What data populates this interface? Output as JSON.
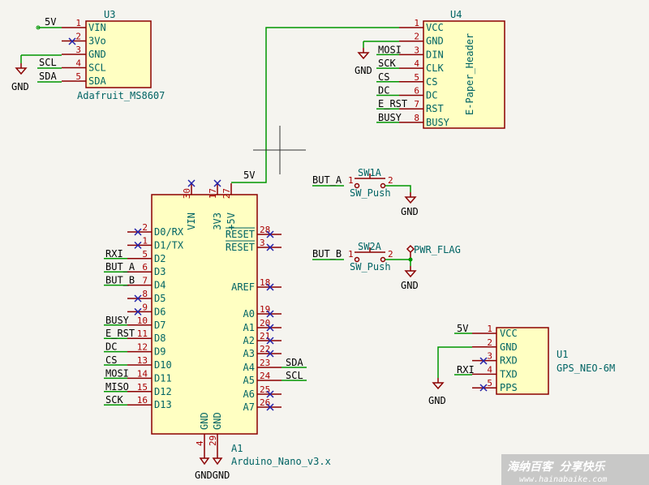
{
  "colors": {
    "wire": "#009600",
    "pin": "#8b0000",
    "body_fill": "#ffffc2",
    "body_stroke": "#8b0000",
    "text": "#006464",
    "nc": "#2222aa",
    "power": "#8b0000"
  },
  "u3": {
    "ref": "U3",
    "value": "Adafruit_MS8607",
    "pins": [
      {
        "num": "1",
        "name": "VIN"
      },
      {
        "num": "2",
        "name": "3Vo"
      },
      {
        "num": "3",
        "name": "GND"
      },
      {
        "num": "4",
        "name": "SCL"
      },
      {
        "num": "5",
        "name": "SDA"
      }
    ],
    "nets": {
      "vin": "5V",
      "scl": "SCL",
      "sda": "SDA",
      "gnd": "GND"
    }
  },
  "u4": {
    "ref": "U4",
    "value": "E-Paper_Header",
    "pins": [
      {
        "num": "1",
        "name": "VCC"
      },
      {
        "num": "2",
        "name": "GND"
      },
      {
        "num": "3",
        "name": "DIN"
      },
      {
        "num": "4",
        "name": "CLK"
      },
      {
        "num": "5",
        "name": "CS"
      },
      {
        "num": "6",
        "name": "DC"
      },
      {
        "num": "7",
        "name": "RST"
      },
      {
        "num": "8",
        "name": "BUSY"
      }
    ],
    "nets": [
      "MOSI",
      "SCK",
      "CS",
      "DC",
      "E_RST",
      "BUSY"
    ],
    "gnd": "GND"
  },
  "a1": {
    "ref": "A1",
    "value": "Arduino_Nano_v3.x",
    "top_pins": [
      {
        "num": "30",
        "name": "VIN"
      },
      {
        "num": "17",
        "name": "3V3"
      },
      {
        "num": "27",
        "name": "+5V"
      }
    ],
    "left_pins": [
      {
        "num": "2",
        "name": "D0/RX",
        "net": ""
      },
      {
        "num": "1",
        "name": "D1/TX",
        "net": ""
      },
      {
        "num": "5",
        "name": "D2",
        "net": "RXI"
      },
      {
        "num": "6",
        "name": "D3",
        "net": "BUT_A"
      },
      {
        "num": "7",
        "name": "D4",
        "net": "BUT_B"
      },
      {
        "num": "8",
        "name": "D5",
        "net": ""
      },
      {
        "num": "9",
        "name": "D6",
        "net": ""
      },
      {
        "num": "10",
        "name": "D7",
        "net": "BUSY"
      },
      {
        "num": "11",
        "name": "D8",
        "net": "E_RST"
      },
      {
        "num": "12",
        "name": "D9",
        "net": "DC"
      },
      {
        "num": "13",
        "name": "D10",
        "net": "CS"
      },
      {
        "num": "14",
        "name": "D11",
        "net": "MOSI"
      },
      {
        "num": "15",
        "name": "D12",
        "net": "MISO"
      },
      {
        "num": "16",
        "name": "D13",
        "net": "SCK"
      }
    ],
    "right_pins": [
      {
        "num": "28",
        "name": "RESET",
        "net": ""
      },
      {
        "num": "3",
        "name": "RESET",
        "net": ""
      },
      {
        "num": "18",
        "name": "AREF",
        "net": ""
      },
      {
        "num": "19",
        "name": "A0",
        "net": ""
      },
      {
        "num": "20",
        "name": "A1",
        "net": ""
      },
      {
        "num": "21",
        "name": "A2",
        "net": ""
      },
      {
        "num": "22",
        "name": "A3",
        "net": ""
      },
      {
        "num": "23",
        "name": "A4",
        "net": "SDA"
      },
      {
        "num": "24",
        "name": "A5",
        "net": "SCL"
      },
      {
        "num": "25",
        "name": "A6",
        "net": ""
      },
      {
        "num": "26",
        "name": "A7",
        "net": ""
      }
    ],
    "bottom_pins": [
      {
        "num": "4",
        "name": "GND"
      },
      {
        "num": "29",
        "name": "GND"
      }
    ],
    "supply_net": "5V",
    "gnd_label": "GNDGND"
  },
  "sw1": {
    "ref": "SW1A",
    "value": "SW_Push",
    "net": "BUT_A",
    "pin1": "1",
    "pin2": "2",
    "gnd": "GND"
  },
  "sw2": {
    "ref": "SW2A",
    "value": "SW_Push",
    "net": "BUT_B",
    "pin1": "1",
    "pin2": "2",
    "gnd": "GND",
    "flag": "PWR_FLAG"
  },
  "u1": {
    "ref": "U1",
    "value": "GPS_NEO-6M",
    "pins": [
      {
        "num": "1",
        "name": "VCC"
      },
      {
        "num": "2",
        "name": "GND"
      },
      {
        "num": "3",
        "name": "RXD"
      },
      {
        "num": "4",
        "name": "TXD"
      },
      {
        "num": "5",
        "name": "PPS"
      }
    ],
    "nets": {
      "vcc": "5V",
      "txd": "RXI",
      "gnd": "GND"
    }
  },
  "watermark": {
    "title": "海纳百客 分享快乐",
    "url": "www.hainabaike.com"
  }
}
